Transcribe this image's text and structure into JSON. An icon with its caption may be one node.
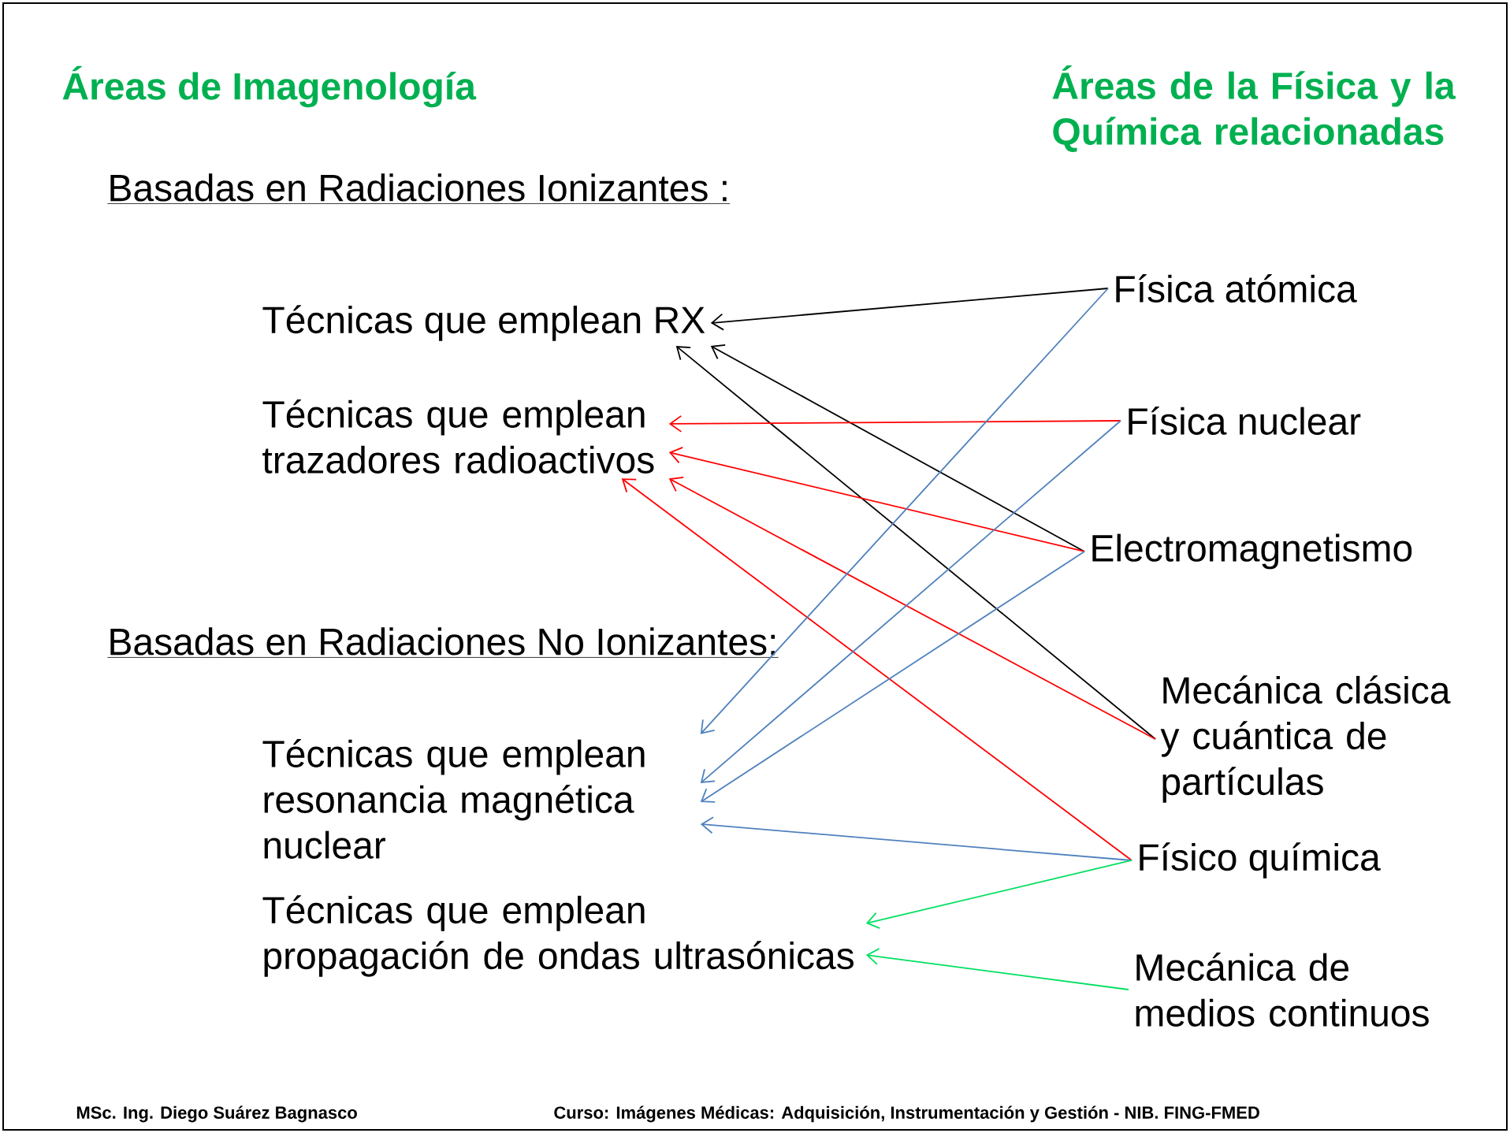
{
  "diagram": {
    "nodes": [
      {
        "text": [
          "Técnicas que emplean RX"
        ]
      },
      {
        "text": [
          "Técnicas que emplean trazadores radioactivos"
        ]
      },
      {
        "text": [
          "Técnicas que emplean resonancia magnética nuclear"
        ]
      },
      {
        "text": [
          "Técnicas que emplean propagación de ondas ultrasónicas"
        ]
      },
      {
        "text": [
          "Física atómica"
        ]
      },
      {
        "text": [
          "Física nuclear"
        ]
      },
      {
        "text": [
          "Electromagnetismo"
        ]
      },
      {
        "text": [
          "Mecánica clásica y cuántica de partículas"
        ]
      },
      {
        "text": [
          "Físico química"
        ]
      },
      {
        "text": [
          "Mecánica de medios continuos"
        ]
      }
    ],
    "edges": [
      {
        "from": 4,
        "to": 0,
        "arrow": "to",
        "color": "#000000"
      },
      {
        "from": 6,
        "to": 0,
        "arrow": "to",
        "color": "#000000"
      },
      {
        "from": 7,
        "to": 0,
        "arrow": "to",
        "color": "#000000"
      },
      {
        "from": 5,
        "to": 1,
        "arrow": "to",
        "color": "#ff0000"
      },
      {
        "from": 6,
        "to": 1,
        "arrow": "to",
        "color": "#ff0000"
      },
      {
        "from": 7,
        "to": 1,
        "arrow": "to",
        "color": "#ff0000"
      },
      {
        "from": 8,
        "to": 1,
        "arrow": "to",
        "color": "#ff0000"
      },
      {
        "from": 4,
        "to": 2,
        "arrow": "to",
        "color": "#4f81bd"
      },
      {
        "from": 5,
        "to": 2,
        "arrow": "to",
        "color": "#4f81bd"
      },
      {
        "from": 6,
        "to": 2,
        "arrow": "to",
        "color": "#4f81bd"
      },
      {
        "from": 8,
        "to": 2,
        "arrow": "to",
        "color": "#4f81bd"
      },
      {
        "from": 8,
        "to": 3,
        "arrow": "to",
        "color": "#00e060"
      },
      {
        "from": 9,
        "to": 3,
        "arrow": "to",
        "color": "#00e060"
      }
    ],
    "labels": [
      "Áreas de Imagenología",
      "Áreas de la Física y la Química relacionadas",
      "Basadas en Radiaciones Ionizantes :",
      "Basadas en Radiaciones No Ionizantes:",
      "MSc. Ing. Diego Suárez Bagnasco",
      "Curso: Imágenes Médicas: Adquisición, Instrumentación y Gestión - NIB. FING-FMED"
    ]
  }
}
